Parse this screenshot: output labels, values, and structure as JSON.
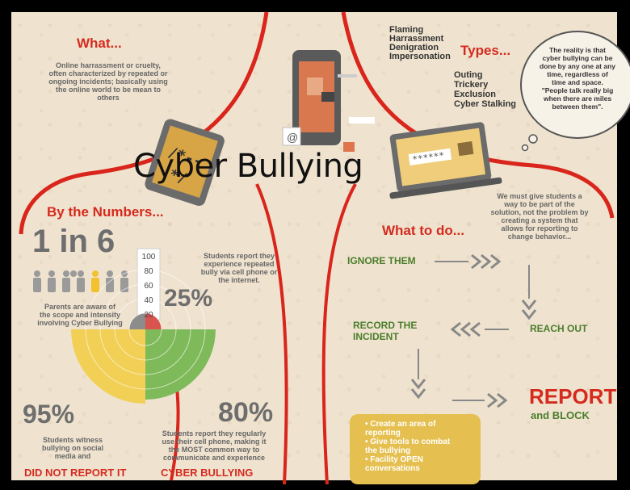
{
  "title": "Cyber Bullying",
  "what": {
    "heading": "What...",
    "text": [
      "Online harrassment or cruelty,",
      "often characterized by repeated or",
      "ongoing incidents; basically using",
      "the online world to be mean to",
      "others"
    ]
  },
  "types": {
    "heading": "Types...",
    "list_top": [
      "Flaming",
      "Harrassment",
      "Denigration",
      "Impersonation"
    ],
    "list_bottom": [
      "Outing",
      "Trickery",
      "Exclusion",
      "Cyber Stalking"
    ]
  },
  "quote": [
    "The reality is that",
    "cyber bullying can be",
    "done by any one at any",
    "time, regardless of",
    "time and space.",
    "\"People talk really big",
    "when there are miles",
    "between them\"."
  ],
  "numbers": {
    "heading": "By the Numbers...",
    "one_in_six": "1 in 6",
    "parents_text": [
      "Parents are aware of",
      "the scope and intensity",
      "involving Cyber Bullying"
    ],
    "scale": [
      "100",
      "80",
      "60",
      "40",
      "20"
    ],
    "pct_25": "25%",
    "text_25": [
      "Students report they",
      "experience repeated",
      "bully via cell phone or",
      "the internet."
    ],
    "pct_95": "95%",
    "text_95": [
      "Students witness",
      "bullying on social",
      "media and"
    ],
    "did_not_report": "DID NOT REPORT IT",
    "pct_80": "80%",
    "text_80": [
      "Students report they regularly",
      "use their cell phone, making it",
      "the MOST common way to",
      "communicate and experience"
    ],
    "cyber_bullying": "CYBER BULLYING"
  },
  "todo": {
    "heading": "What to do...",
    "intro": [
      "We must give students a",
      "way to be part of the",
      "solution, not the problem by",
      "creating a system that",
      "allows for reporting to",
      "change behavior..."
    ],
    "ignore": "IGNORE THEM",
    "record": [
      "RECORD THE",
      "INCIDENT"
    ],
    "reach": "REACH OUT",
    "report": "REPORT",
    "block": "and BLOCK",
    "bullets": [
      "• Create an area of",
      "reporting",
      "• Give tools to combat",
      "the bullying",
      "• Facility OPEN",
      "conversations"
    ]
  },
  "icons": [
    "phone-icon",
    "tablet-icon",
    "laptop-icon",
    "person-icon",
    "thought-cloud-icon"
  ],
  "colors": {
    "red": "#d52a1e",
    "green": "#4a7d2c",
    "yellow": "#e5c050",
    "paper": "#efe3cf",
    "chart_yellow": "#f2cf55",
    "chart_green": "#7fba5a"
  }
}
